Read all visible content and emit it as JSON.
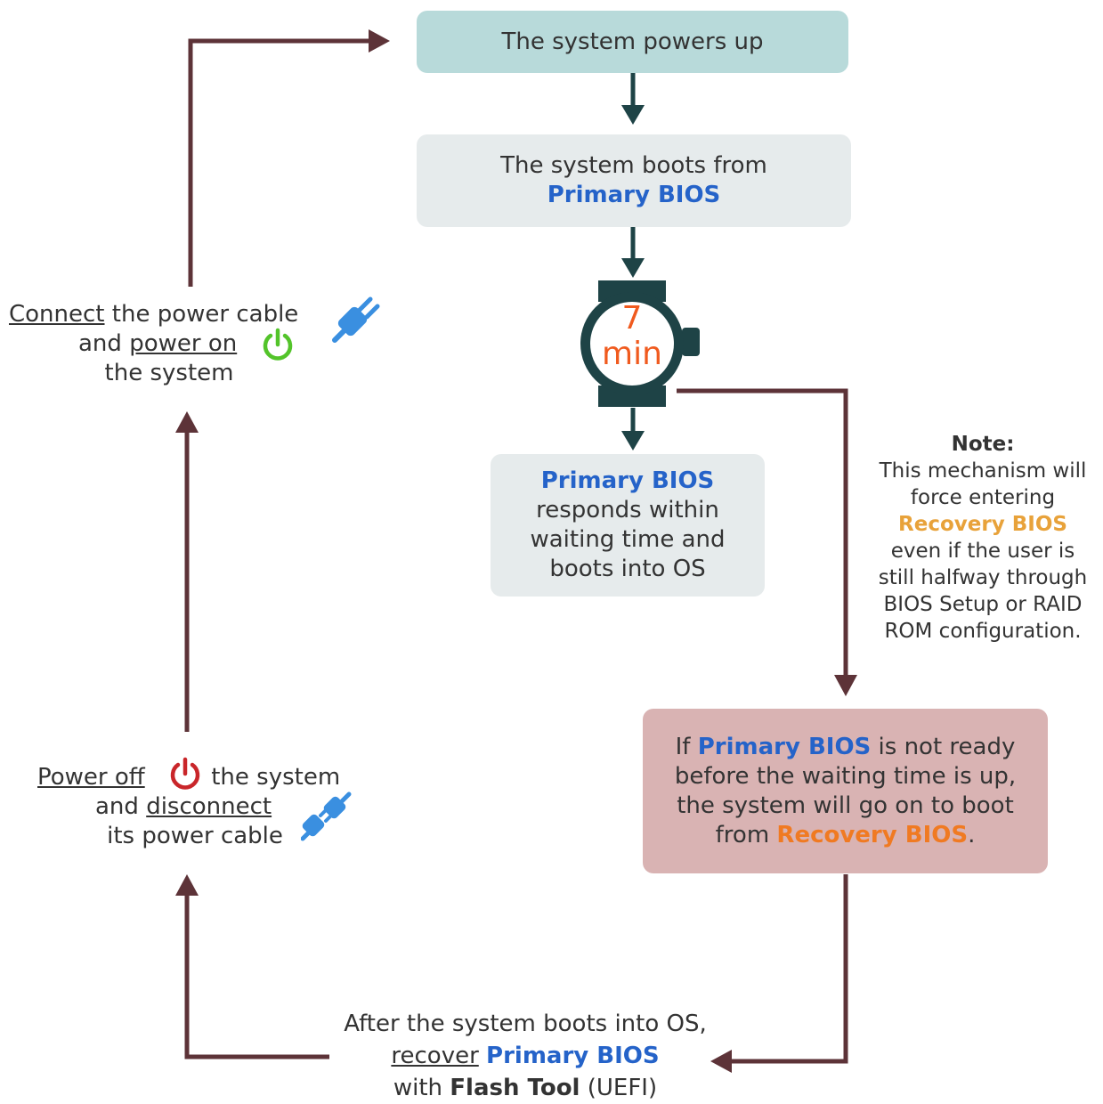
{
  "colors": {
    "arrow_dark": "#1e4346",
    "arrow_maroon": "#5d3338",
    "box_teal": "#b8dada",
    "box_gray": "#e6ebec",
    "box_rose": "#d9b3b3",
    "accent_blue": "#2563c9",
    "accent_orange": "#f07a22",
    "accent_gold": "#e8a23a",
    "power_green": "#53c42a",
    "power_red": "#c9262a",
    "plug_blue": "#3a8fe0"
  },
  "nodes": {
    "powers_up": {
      "text": "The system powers up"
    },
    "boots_primary": {
      "line1": "The system boots from",
      "bios": "Primary BIOS"
    },
    "timer": {
      "value": "7",
      "unit": "min",
      "icon": "stopwatch-icon"
    },
    "responds": {
      "bios": "Primary BIOS",
      "line2": "responds within",
      "line3": "waiting time and",
      "line4": "boots into OS"
    },
    "not_ready": {
      "w1": "If",
      "bios": "Primary BIOS",
      "w2": "is not ready",
      "line2": "before the waiting time is up,",
      "line3": "the system will go on to boot",
      "w3": "from",
      "recovery": "Recovery BIOS",
      "period": "."
    }
  },
  "note": {
    "title": "Note:",
    "line1": "This mechanism will",
    "line2": "force entering",
    "recovery": "Recovery BIOS",
    "line3": "even if the user is",
    "line4": "still halfway through",
    "line5": "BIOS Setup or RAID",
    "line6": "ROM configuration."
  },
  "connect_step": {
    "connect": "Connect",
    "rest1": "the power cable",
    "and": "and",
    "power_on": "power on",
    "line3": "the system",
    "plug_icon": "plug-connect-icon",
    "power_icon": "power-on-icon"
  },
  "poweroff_step": {
    "power_off": "Power off",
    "rest1": "the system",
    "and": "and",
    "disconnect": "disconnect",
    "line3": "its power cable",
    "plug_icon": "plug-disconnect-icon",
    "power_icon": "power-off-icon"
  },
  "recover_step": {
    "line1": "After the system boots into OS,",
    "recover": "recover",
    "bios": "Primary BIOS",
    "with": "with",
    "tool": "Flash Tool",
    "uefi": "(UEFI)"
  }
}
